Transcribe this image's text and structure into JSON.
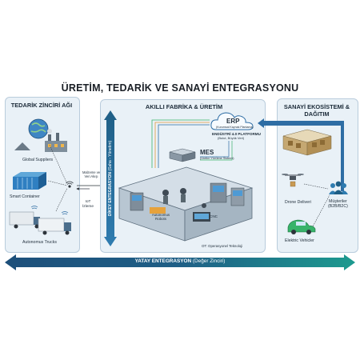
{
  "title": "ÜRETİM, TEDARİK VE SANAYİ ENTEGRASYONU",
  "left_panel": {
    "title": "TEDARİK ZİNCİRİ AĞI",
    "items": [
      {
        "label": "Global Suppliers",
        "icon": "globe-factory-icon"
      },
      {
        "label": "Smart Container",
        "icon": "container-icon"
      },
      {
        "label": "Autonomus Trucks",
        "icon": "truck-icon"
      }
    ]
  },
  "link_labels": {
    "material": "Malzeme ve\nVeri Akışı",
    "iot": "IoT\nİzleme"
  },
  "center_panel": {
    "title": "AKILLI FABRİKA & ÜRETİM",
    "erp_title": "ERP",
    "erp_sub": "(Kurumsal Kaynak Planlama)",
    "platform_title": "ENDÜSTRİ 4.0 PLATFORMU",
    "platform_sub": "(Bulut, Büyük Veri)",
    "mes_title": "MES",
    "mes_sub": "(Üretim Yürütme Sistemi)",
    "robots_label": "Autonomus\nRobots",
    "cnc_label": "CNC",
    "ot_label": "OT: Operasyonel Teknoloji"
  },
  "vertical_axis": {
    "bold": "DİKEY ENTEGRASYON",
    "sub": "(Saha - Yönetim)"
  },
  "right_panel": {
    "title": "SANAYİ EKOSİSTEMİ &\nDAĞITIM",
    "drone_label": "Drone Deliveri",
    "customers_label": "Müşteriler\n(B2B/B2C)",
    "ev_label": "Elektric Vehicler"
  },
  "horizontal_axis": {
    "bold": "YATAY ENTEGRASYON",
    "sub": "(Değer Zinciri)"
  },
  "colors": {
    "axis_blue": "#1f5f86",
    "axis_teal": "#1d9a8f",
    "panel_bg": "#e9f1f7",
    "arrow_blue": "#2e6da4",
    "data_green": "#3db36b",
    "data_orange": "#e39a3b"
  }
}
